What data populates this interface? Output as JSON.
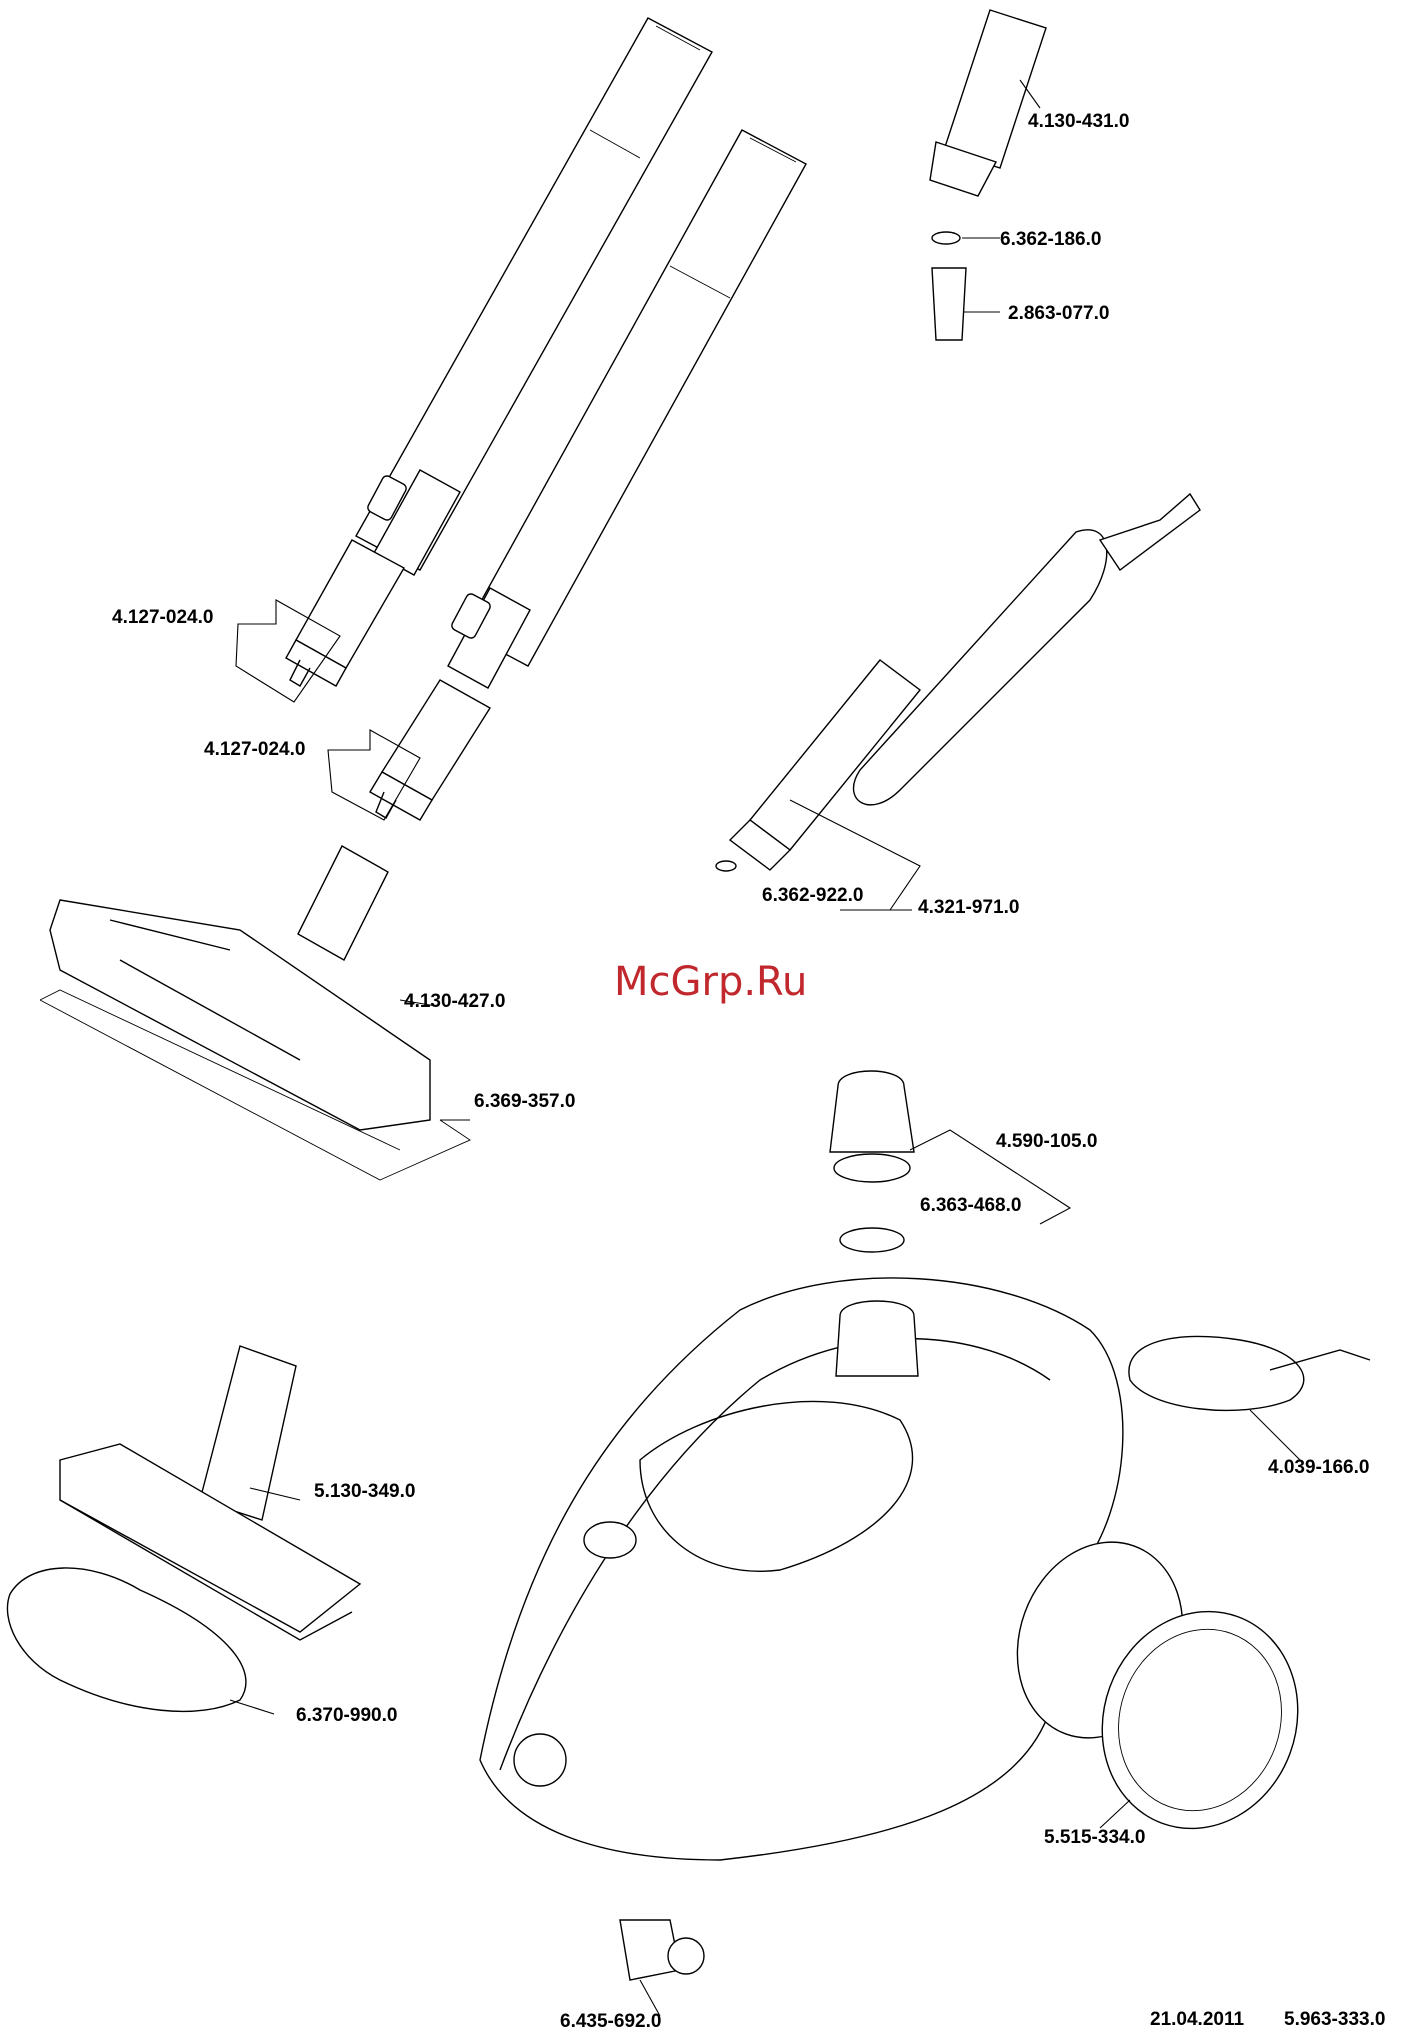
{
  "watermark": "McGrp.Ru",
  "footer": {
    "date": "21.04.2011",
    "doc_number": "5.963-333.0"
  },
  "parts": [
    {
      "id": "p1",
      "number": "4.130-431.0"
    },
    {
      "id": "p2",
      "number": "6.362-186.0"
    },
    {
      "id": "p3",
      "number": "2.863-077.0"
    },
    {
      "id": "p4",
      "number": "4.127-024.0"
    },
    {
      "id": "p5",
      "number": "4.127-024.0"
    },
    {
      "id": "p6",
      "number": "6.362-922.0"
    },
    {
      "id": "p7",
      "number": "4.321-971.0"
    },
    {
      "id": "p8",
      "number": "4.130-427.0"
    },
    {
      "id": "p9",
      "number": "6.369-357.0"
    },
    {
      "id": "p10",
      "number": "4.590-105.0"
    },
    {
      "id": "p11",
      "number": "6.363-468.0"
    },
    {
      "id": "p12",
      "number": "4.039-166.0"
    },
    {
      "id": "p13",
      "number": "5.130-349.0"
    },
    {
      "id": "p14",
      "number": "6.370-990.0"
    },
    {
      "id": "p15",
      "number": "5.515-334.0"
    },
    {
      "id": "p16",
      "number": "6.435-692.0"
    }
  ]
}
